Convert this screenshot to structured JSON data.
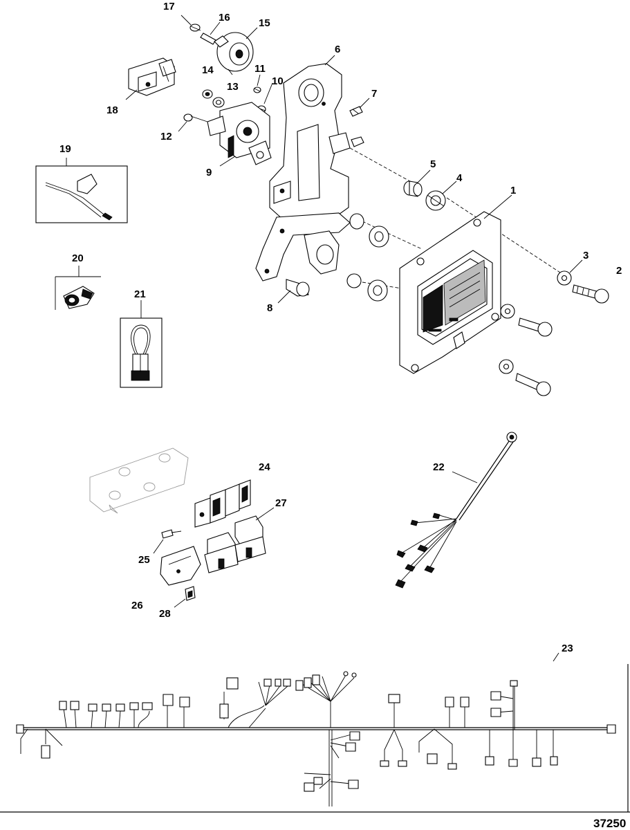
{
  "figure_number": "37250",
  "callouts": [
    "1",
    "2",
    "3",
    "4",
    "5",
    "6",
    "7",
    "8",
    "9",
    "10",
    "11",
    "12",
    "13",
    "14",
    "15",
    "16",
    "17",
    "18",
    "19",
    "20",
    "21",
    "22",
    "23",
    "24",
    "25",
    "26",
    "27",
    "28"
  ]
}
